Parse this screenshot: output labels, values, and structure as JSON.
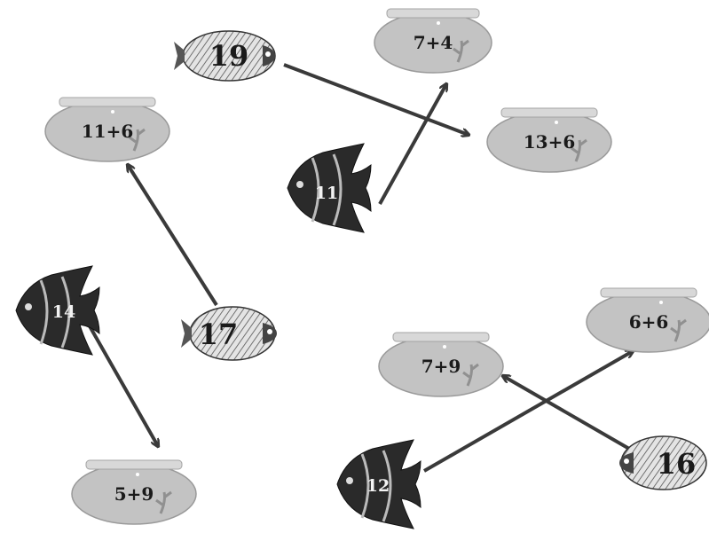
{
  "bowls": [
    {
      "id": "7+4",
      "label": "7+4"
    },
    {
      "id": "13+6",
      "label": "13+6"
    },
    {
      "id": "11+6",
      "label": "11+6"
    },
    {
      "id": "6+6",
      "label": "6+6"
    },
    {
      "id": "7+9",
      "label": "7+9"
    },
    {
      "id": "5+9",
      "label": "5+9"
    }
  ],
  "fish": [
    {
      "id": "19",
      "number": "19",
      "style": "striped-light"
    },
    {
      "id": "11",
      "number": "11",
      "style": "angelfish-dark"
    },
    {
      "id": "14",
      "number": "14",
      "style": "angelfish-dark"
    },
    {
      "id": "17",
      "number": "17",
      "style": "striped-light"
    },
    {
      "id": "12",
      "number": "12",
      "style": "angelfish-dark"
    },
    {
      "id": "16",
      "number": "16",
      "style": "striped-light"
    }
  ],
  "connections": [
    {
      "from": "19",
      "to": "13+6"
    },
    {
      "from": "11",
      "to": "7+4"
    },
    {
      "from": "17",
      "to": "11+6"
    },
    {
      "from": "14",
      "to": "5+9"
    },
    {
      "from": "12",
      "to": "6+6"
    },
    {
      "from": "16",
      "to": "7+9"
    }
  ],
  "colors": {
    "arrow": "#3a3a3a",
    "bowl_water": "#b9b9b9",
    "bowl_rim": "#d6d6d6",
    "fish_dark": "#2a2a2a",
    "fish_light": "#d9d9d9"
  }
}
